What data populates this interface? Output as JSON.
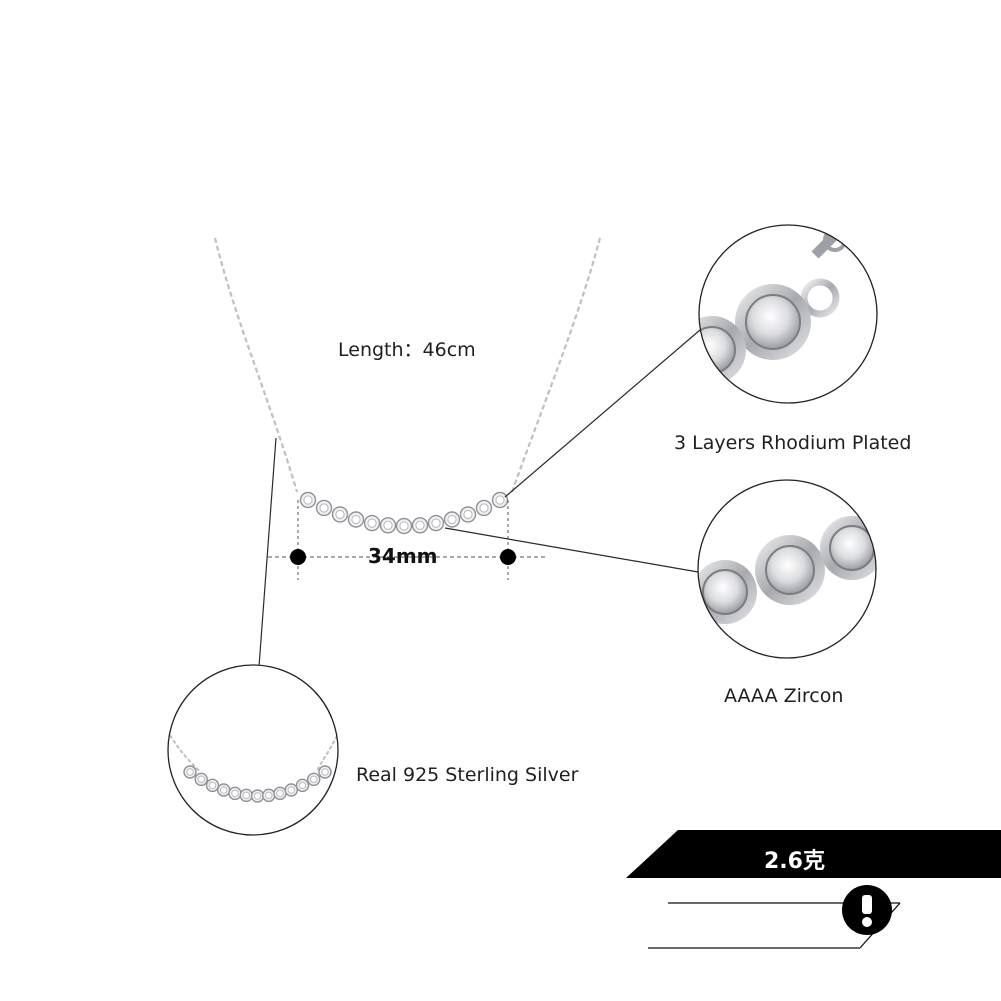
{
  "labels": {
    "length": "Length：46cm",
    "bar_width": "34mm",
    "rhodium": "3 Layers Rhodium Plated",
    "zircon": "AAAA Zircon",
    "silver": "Real 925 Sterling Silver",
    "weight": "2.6克"
  },
  "icons": {
    "notice": "exclamation-icon"
  },
  "colors": {
    "background": "#ffffff",
    "banner": "#000000",
    "lines": "#333333",
    "silver": "#c9c9cc"
  }
}
